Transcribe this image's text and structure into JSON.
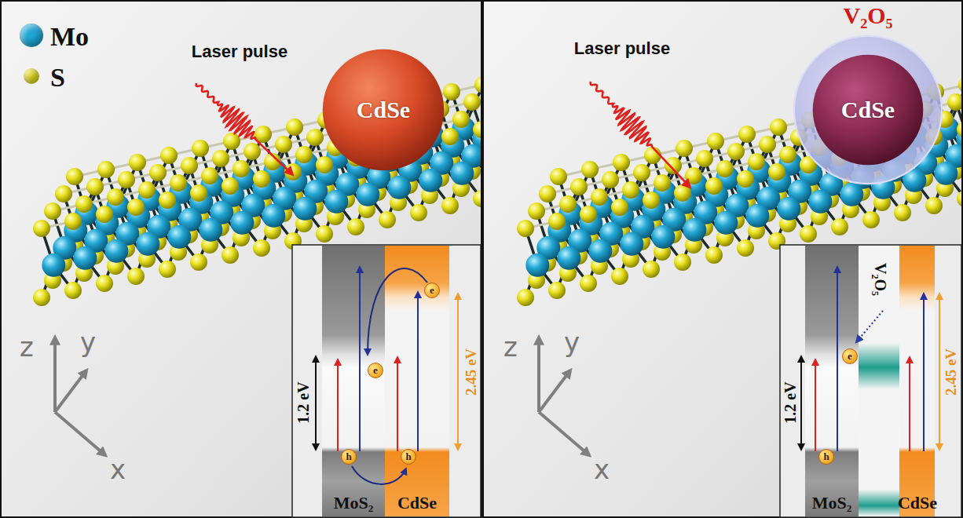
{
  "diagram": {
    "nodes": [
      {
        "text": [
          "CdSe"
        ]
      },
      {
        "text": [
          "V₂O₅"
        ]
      },
      {
        "text": [
          "CdSe"
        ],
        "in": 1
      }
    ],
    "labels": [
      "Laser pulse",
      "z",
      "y",
      "x",
      "e",
      "e",
      "h",
      "h",
      "1.2 eV",
      "2.45 eV",
      "MoS₂",
      "CdSe",
      "Laser pulse",
      "z",
      "y",
      "x",
      "V₂O₅",
      "e",
      "h",
      "1.2 eV",
      "2.45 eV",
      "MoS₂",
      "CdSe"
    ],
    "legend": [
      {
        "text": "Mo",
        "color": "#1ea6d6"
      },
      {
        "text": "S",
        "color": "#e6df1e"
      }
    ]
  }
}
